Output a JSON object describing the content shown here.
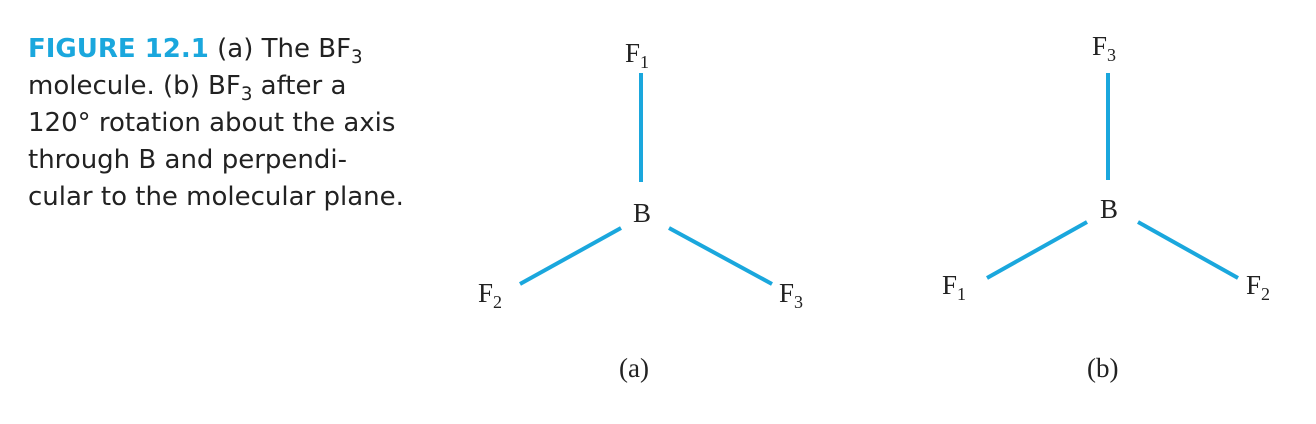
{
  "caption": {
    "figure_label": "FIGURE 12.1",
    "line1_pre": "(a) The BF",
    "line1_sub": "3",
    "line2_pre": "molecule. (b) BF",
    "line2_sub": "3",
    "line2_post": " after a",
    "line3": "120° rotation about the axis",
    "line4": "through B and perpendi-",
    "line5": "cular to the molecular plane."
  },
  "panel_a": {
    "label": "(a)",
    "center": "B",
    "top": {
      "symbol": "F",
      "index": "1"
    },
    "left": {
      "symbol": "F",
      "index": "2"
    },
    "right": {
      "symbol": "F",
      "index": "3"
    }
  },
  "panel_b": {
    "label": "(b)",
    "center": "B",
    "top": {
      "symbol": "F",
      "index": "3"
    },
    "left": {
      "symbol": "F",
      "index": "1"
    },
    "right": {
      "symbol": "F",
      "index": "2"
    }
  },
  "colors": {
    "accent": "#1aa7dd",
    "text": "#222222"
  }
}
